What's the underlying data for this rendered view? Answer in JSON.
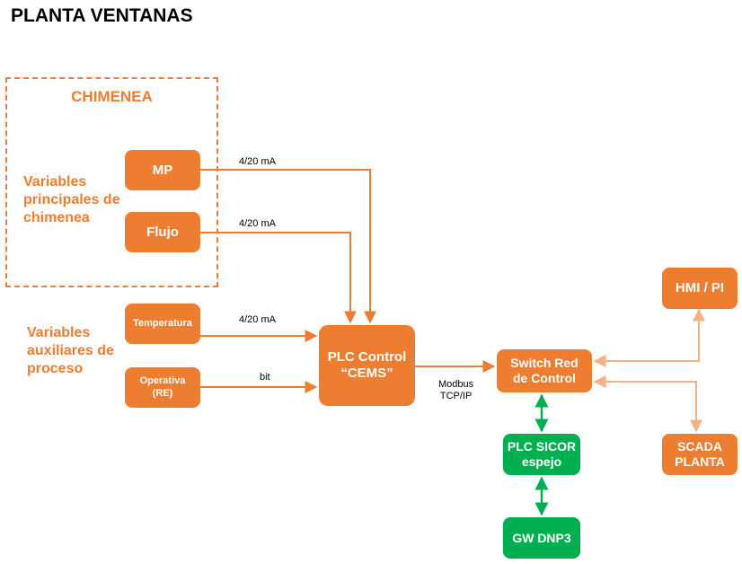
{
  "title": "PLANTA VENTANAS",
  "group": {
    "title": "CHIMENEA"
  },
  "labels": {
    "main_vars": "Variables\nprincipales de\nchimenea",
    "aux_vars": "Variables\nauxiliares de\nproceso"
  },
  "nodes": {
    "mp": "MP",
    "flujo": "Flujo",
    "temperatura": "Temperatura",
    "operativa": "Operativa\n(RE)",
    "plc_control": "PLC Control\n“CEMS”",
    "switch": "Switch Red\nde Control",
    "hmi": "HMI / PI",
    "scada": "SCADA\nPLANTA",
    "plc_sicor": "PLC SICOR\nespejo",
    "gw_dnp3": "GW DNP3"
  },
  "edges": {
    "mp_signal": "4/20 mA",
    "flujo_signal": "4/20 mA",
    "temp_signal": "4/20 mA",
    "operativa_signal": "bit",
    "modbus": "Modbus\nTCP/IP"
  },
  "colors": {
    "orange": "#ed7d31",
    "light_orange": "#f4b183",
    "green": "#00b050",
    "white": "#ffffff"
  }
}
